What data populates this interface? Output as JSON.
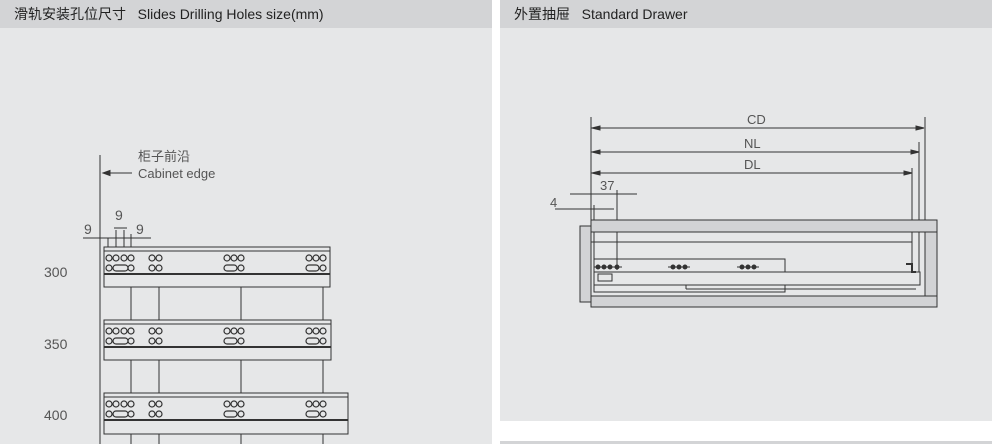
{
  "left_panel": {
    "title_cn": "滑轨安装孔位尺寸",
    "title_en": "Slides Drilling Holes size(mm)",
    "cabinet_edge_cn": "柜子前沿",
    "cabinet_edge_en": "Cabinet edge",
    "dims": [
      "9",
      "9",
      "9"
    ],
    "rail_lengths": [
      "300",
      "350",
      "400"
    ]
  },
  "right_panel": {
    "title_cn": "外置抽屉",
    "title_en": "Standard Drawer",
    "dims": {
      "cd": "CD",
      "nl": "NL",
      "dl": "DL",
      "d37": "37",
      "d4": "4"
    }
  }
}
